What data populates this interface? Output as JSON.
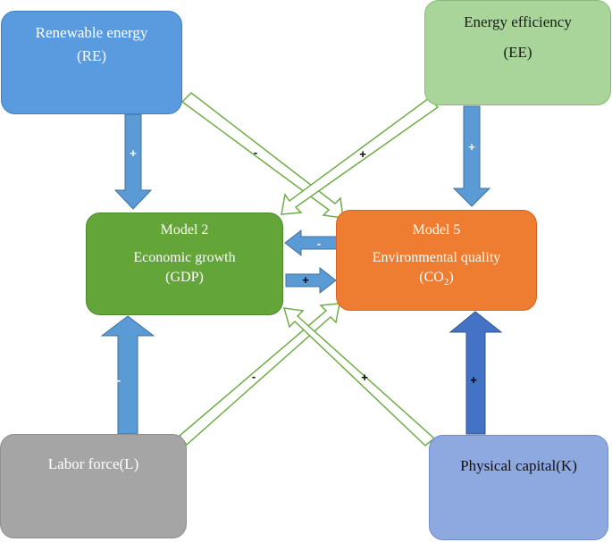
{
  "nodes": {
    "re": {
      "line1": "Renewable energy",
      "line2": "(RE)"
    },
    "ee": {
      "line1": "Energy efficiency",
      "line2": "(EE)"
    },
    "gdp": {
      "line1": "Model 2",
      "line2": "Economic growth",
      "line3": "(GDP)"
    },
    "co2": {
      "line1": "Model 5",
      "line2": "Environmental quality",
      "line3_main": "(CO",
      "line3_sub": "2",
      "line3_end": ")"
    },
    "lf": {
      "line1": "Labor force(L)"
    },
    "pc": {
      "line1": "Physical capital(K)"
    }
  },
  "edges": {
    "re_gdp": {
      "sign": "+"
    },
    "ee_co2": {
      "sign": "+"
    },
    "re_co2": {
      "sign": "-"
    },
    "ee_gdp": {
      "sign": "+"
    },
    "co2_gdp": {
      "sign": "-"
    },
    "gdp_co2": {
      "sign": "+"
    },
    "lf_gdp": {
      "sign": "-"
    },
    "lf_co2": {
      "sign": "-"
    },
    "pc_gdp": {
      "sign": "+"
    },
    "pc_co2": {
      "sign": "+"
    }
  },
  "colors": {
    "blue_arrow": "#5b9bd5",
    "dark_blue_arrow": "#4472c4",
    "hollow_arrow_stroke": "#70ad47"
  }
}
